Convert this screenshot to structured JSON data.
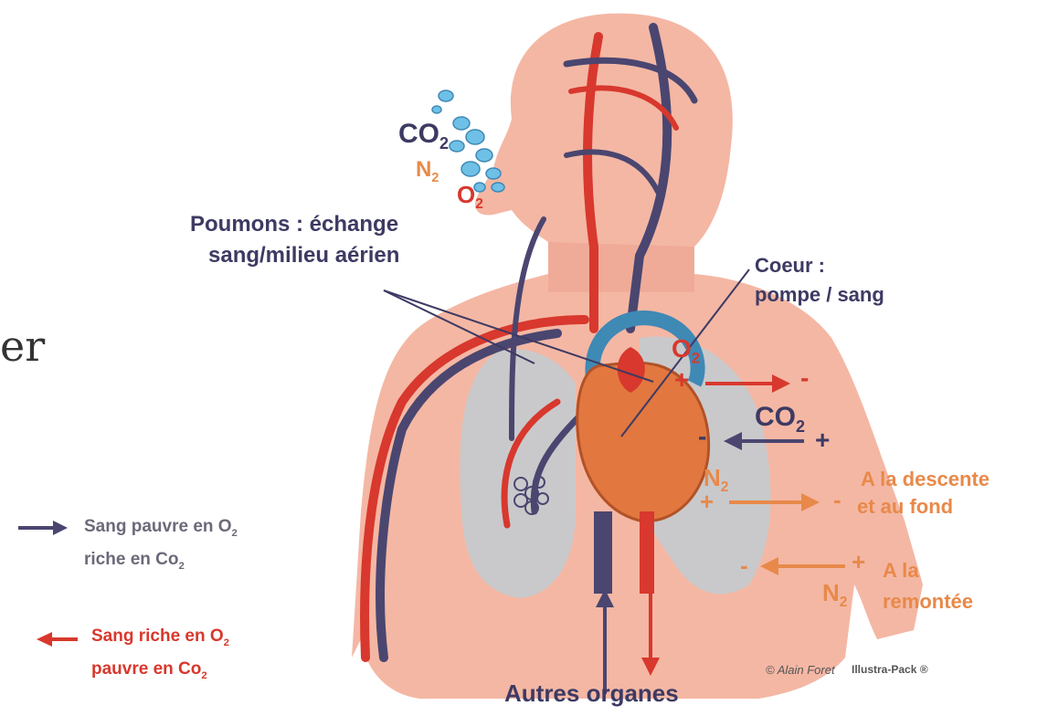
{
  "side_text": "er",
  "gases_exhaled": {
    "co2": "CO",
    "n2": "N",
    "o2": "O",
    "sub": "2"
  },
  "labels": {
    "poumons_line1": "Poumons : échange",
    "poumons_line2": "sang/milieu aérien",
    "coeur_line1": "Coeur :",
    "coeur_line2": "pompe / sang",
    "autres_organes": "Autres organes"
  },
  "exchange": {
    "o2": {
      "gas": "O",
      "sub": "2",
      "left_sign": "+",
      "right_sign": "-"
    },
    "co2": {
      "gas": "CO",
      "sub": "2",
      "left_sign": "-",
      "right_sign": "+"
    },
    "n2_descent": {
      "gas": "N",
      "sub": "2",
      "left_sign": "+",
      "right_sign": "-",
      "caption_line1": "A la descente",
      "caption_line2": "et au fond"
    },
    "n2_ascent": {
      "gas": "N",
      "sub": "2",
      "left_sign": "-",
      "right_sign": "+",
      "caption_line1": "A la",
      "caption_line2": "remontée"
    }
  },
  "legend": {
    "poor_line1": "Sang pauvre en O",
    "poor_sub1": "2",
    "poor_line2": "riche en Co",
    "poor_sub2": "2",
    "rich_line1": "Sang riche en O",
    "rich_sub1": "2",
    "rich_line2": "pauvre en Co",
    "rich_sub2": "2"
  },
  "copyright": {
    "author": "© Alain Foret",
    "brand": "Illustra-Pack ®"
  },
  "colors": {
    "skin": "#f4b7a4",
    "skin_dark": "#eba08c",
    "lung": "#c9c9cb",
    "arterial": "#d8382d",
    "venous": "#4a4670",
    "heart": "#e2773f",
    "aorta": "#3f89b5",
    "bubbles": "#6fc0e6",
    "orange_text": "#e8894a"
  }
}
